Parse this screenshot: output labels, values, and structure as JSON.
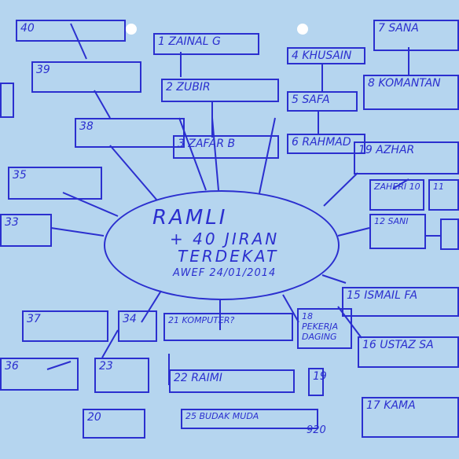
{
  "center": {
    "line1": "RAMLI",
    "line2": "+ 40 JIRAN",
    "line3": "TERDEKAT",
    "line4": "AWEF 24/01/2014"
  },
  "nodes": [
    {
      "id": "n40",
      "label": "40"
    },
    {
      "id": "n39",
      "label": "39"
    },
    {
      "id": "n38",
      "label": "38"
    },
    {
      "id": "n35",
      "label": "35"
    },
    {
      "id": "n33",
      "label": "33"
    },
    {
      "id": "n37",
      "label": "37"
    },
    {
      "id": "n34",
      "label": "34"
    },
    {
      "id": "n36",
      "label": "36"
    },
    {
      "id": "n23",
      "label": "23"
    },
    {
      "id": "n20",
      "label": "20"
    },
    {
      "id": "n1",
      "label": "1 ZAINAL G"
    },
    {
      "id": "n2",
      "label": "2 ZUBIR"
    },
    {
      "id": "n3",
      "label": "3 ZAFAR B"
    },
    {
      "id": "n4",
      "label": "4 KHUSAIN"
    },
    {
      "id": "n5",
      "label": "5 SAFA"
    },
    {
      "id": "n6",
      "label": "6 RAHMAD"
    },
    {
      "id": "n7",
      "label": "7 SANA"
    },
    {
      "id": "n8",
      "label": "8 KOMANTAN"
    },
    {
      "id": "n19",
      "label": "19 AZHAR"
    },
    {
      "id": "n10",
      "label": "ZAHERI 10"
    },
    {
      "id": "n11",
      "label": "11"
    },
    {
      "id": "n12",
      "label": "12 SANI"
    },
    {
      "id": "n15",
      "label": "15 ISMAIL FA"
    },
    {
      "id": "n16",
      "label": "16 USTAZ SA"
    },
    {
      "id": "n17",
      "label": "17 KAMA"
    },
    {
      "id": "n21",
      "label": "21 KOMPUTER?"
    },
    {
      "id": "n18",
      "label": "18 PEKERJA DAGING"
    },
    {
      "id": "n22",
      "label": "22 RAIMI"
    },
    {
      "id": "n9",
      "label": "19"
    },
    {
      "id": "n25",
      "label": "25 BUDAK MUDA"
    },
    {
      "id": "n920",
      "label": "920"
    }
  ]
}
